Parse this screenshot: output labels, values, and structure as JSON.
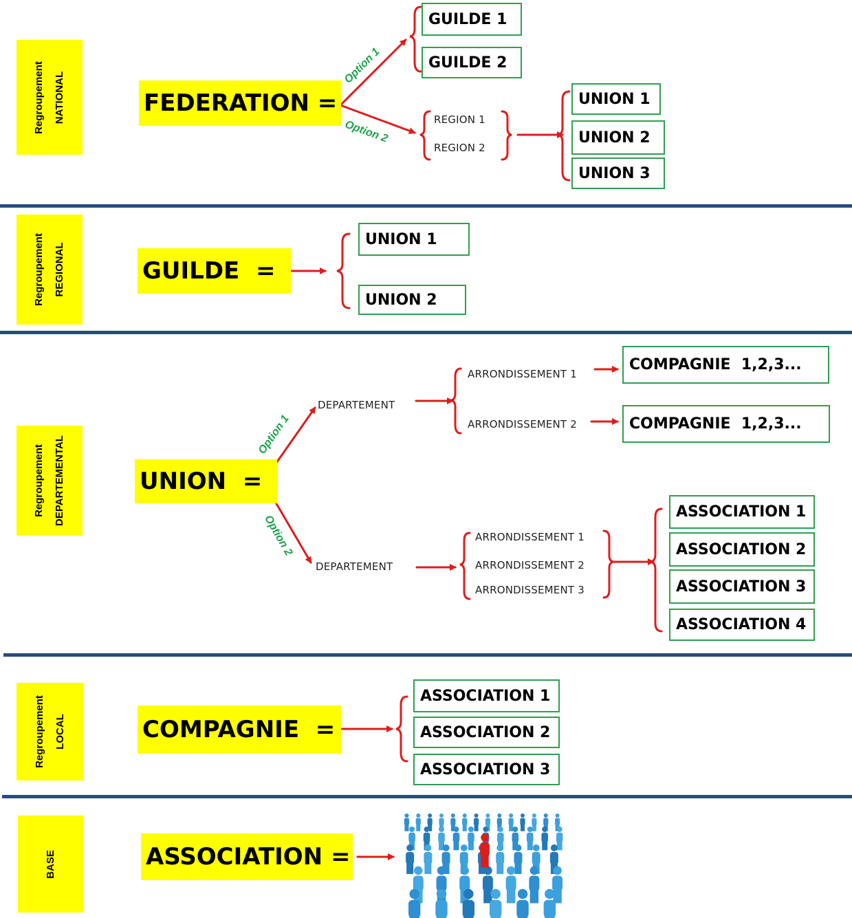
{
  "colors": {
    "highlight": "#ffff00",
    "box_border": "#2e9e4f",
    "arrow": "#e01b1b",
    "option_text": "#1aa34a",
    "divider": "#274b82"
  },
  "national": {
    "side": [
      "Regroupement",
      "NATIONAL"
    ],
    "title": "FEDERATION =",
    "option1": "Option 1",
    "option2": "Option 2",
    "guildes": [
      "GUILDE 1",
      "GUILDE 2"
    ],
    "regions": [
      "REGION 1",
      "REGION 2"
    ],
    "unions": [
      "UNION 1",
      "UNION 2",
      "UNION 3"
    ]
  },
  "regional": {
    "side": [
      "Regroupement",
      "REGIONAL"
    ],
    "title": "GUILDE  =",
    "unions": [
      "UNION 1",
      "UNION 2"
    ]
  },
  "departemental": {
    "side": [
      "Regroupement",
      "DEPARTEMENTAL"
    ],
    "title": "UNION  =",
    "option1": "Option 1",
    "option2": "Option 2",
    "dep_top": "DEPARTEMENT",
    "dep_bottom": "DEPARTEMENT",
    "arr_top": [
      "ARRONDISSEMENT 1",
      "ARRONDISSEMENT 2"
    ],
    "compagnies": [
      "COMPAGNIE  1,2,3...",
      "COMPAGNIE  1,2,3..."
    ],
    "arr_bottom": [
      "ARRONDISSEMENT 1",
      "ARRONDISSEMENT 2",
      "ARRONDISSEMENT 3"
    ],
    "associations": [
      "ASSOCIATION 1",
      "ASSOCIATION 2",
      "ASSOCIATION 3",
      "ASSOCIATION 4"
    ]
  },
  "local": {
    "side": [
      "Regroupement",
      "LOCAL"
    ],
    "title": "COMPAGNIE  =",
    "associations": [
      "ASSOCIATION 1",
      "ASSOCIATION 2",
      "ASSOCIATION 3"
    ]
  },
  "base": {
    "side": [
      "BASE"
    ],
    "title": "ASSOCIATION =",
    "image": "crowd-of-people-illustration"
  }
}
